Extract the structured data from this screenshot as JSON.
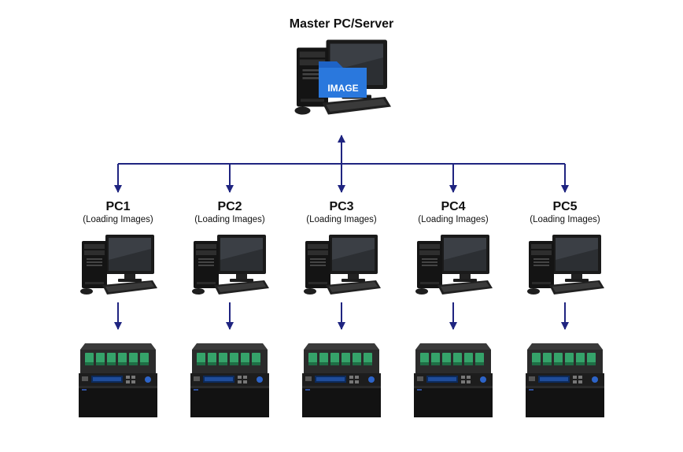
{
  "master": {
    "title": "Master PC/Server",
    "image_badge": "IMAGE",
    "badge_color": "#1e63c6"
  },
  "connector_color": "#1f2480",
  "pcs": [
    {
      "name": "PC1",
      "status": "(Loading Images)"
    },
    {
      "name": "PC2",
      "status": "(Loading Images)"
    },
    {
      "name": "PC3",
      "status": "(Loading Images)"
    },
    {
      "name": "PC4",
      "status": "(Loading Images)"
    },
    {
      "name": "PC5",
      "status": "(Loading Images)"
    }
  ]
}
